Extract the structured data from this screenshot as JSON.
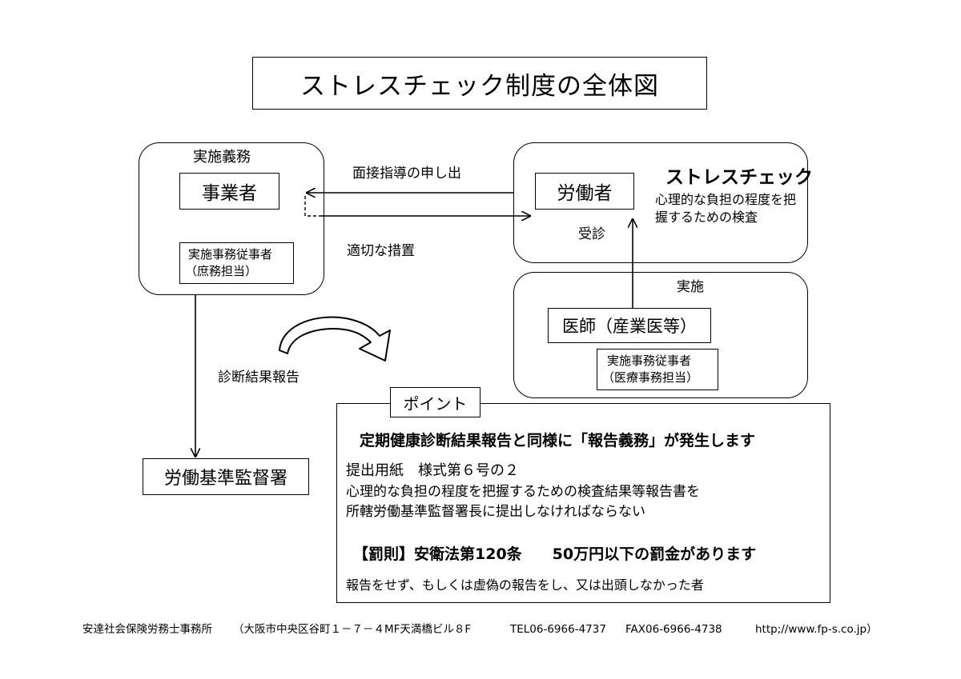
{
  "title": "ストレスチェック制度の全体図",
  "left_group": {
    "caption": "実施義務",
    "employer": "事業者",
    "staff_line1": "実施事務従事者",
    "staff_line2": "（庶務担当）"
  },
  "arrows": {
    "request_label": "面接指導の申し出",
    "measures_label": "適切な措置",
    "exam_label": "受診",
    "report_label": "診断結果報告"
  },
  "right_top": {
    "worker": "労働者",
    "stress_check": "ストレスチェック",
    "desc_line1": "心理的な負担の程度を把",
    "desc_line2": "握するための検査"
  },
  "right_bottom": {
    "caption": "実施",
    "doctor": "医師（産業医等）",
    "staff_line1": "実施事務従事者",
    "staff_line2": "（医療事務担当）"
  },
  "labor_office": "労働基準監督署",
  "point": {
    "tab": "ポイント",
    "headline": "定期健康診断結果報告と同様に「報告義務」が発生します",
    "form": "提出用紙　様式第６号の２",
    "body_line1": "心理的な負担の程度を把握するための検査結果等報告書を",
    "body_line2": "所轄労働基準監督署長に提出しなければならない",
    "penalty": "【罰則】安衛法第120条　　50万円以下の罰金があります",
    "penalty_note": "報告をせず、もしくは虚偽の報告をし、又は出頭しなかった者"
  },
  "footer": {
    "office": "安達社会保険労務士事務所",
    "address": "（大阪市中央区谷町１－７－４MF天満橋ビル８F",
    "tel": "TEL06-6966-4737",
    "fax": "FAX06-6966-4738",
    "url": "http;//www.fp-s.co.jp）"
  }
}
